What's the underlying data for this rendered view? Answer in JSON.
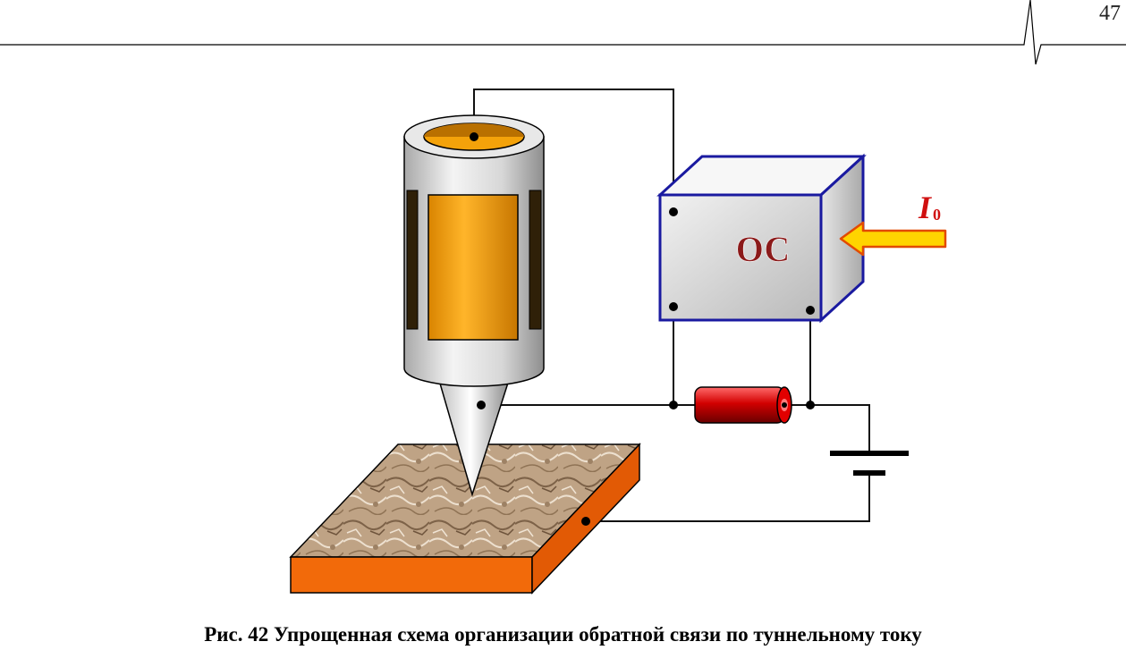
{
  "header": {
    "page_number": "47"
  },
  "diagram": {
    "feedback_box_label": "ОС",
    "reference_current_label": {
      "symbol": "I",
      "subscript": "0"
    }
  },
  "caption": "Рис. 42 Упрощенная схема организации обратной связи по туннельному току",
  "colors": {
    "piezo_gold": "#F4A20A",
    "feedback_box_outline": "#1a1aa0",
    "feedback_label": "#8B1A1A",
    "reference_label": "#D01010",
    "reference_arrow": "#FFD400",
    "resistor": "#D20000",
    "substrate_side": "#F26A0A",
    "sample_surface": "#B89878"
  }
}
